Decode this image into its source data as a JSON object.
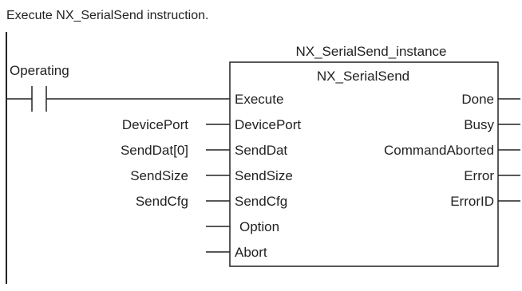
{
  "header": {
    "description": "Execute NX_SerialSend instruction."
  },
  "ladder": {
    "contact_label": "Operating"
  },
  "function_block": {
    "instance_name": "NX_SerialSend_instance",
    "type_name": "NX_SerialSend",
    "inputs": [
      {
        "pin": "Execute",
        "variable": ""
      },
      {
        "pin": "DevicePort",
        "variable": "DevicePort"
      },
      {
        "pin": "SendDat",
        "variable": "SendDat[0]"
      },
      {
        "pin": "SendSize",
        "variable": "SendSize"
      },
      {
        "pin": "SendCfg",
        "variable": "SendCfg"
      },
      {
        "pin": "Option",
        "variable": ""
      },
      {
        "pin": "Abort",
        "variable": ""
      }
    ],
    "outputs": [
      {
        "pin": "Done"
      },
      {
        "pin": "Busy"
      },
      {
        "pin": "CommandAborted"
      },
      {
        "pin": "Error"
      },
      {
        "pin": "ErrorID"
      }
    ]
  }
}
